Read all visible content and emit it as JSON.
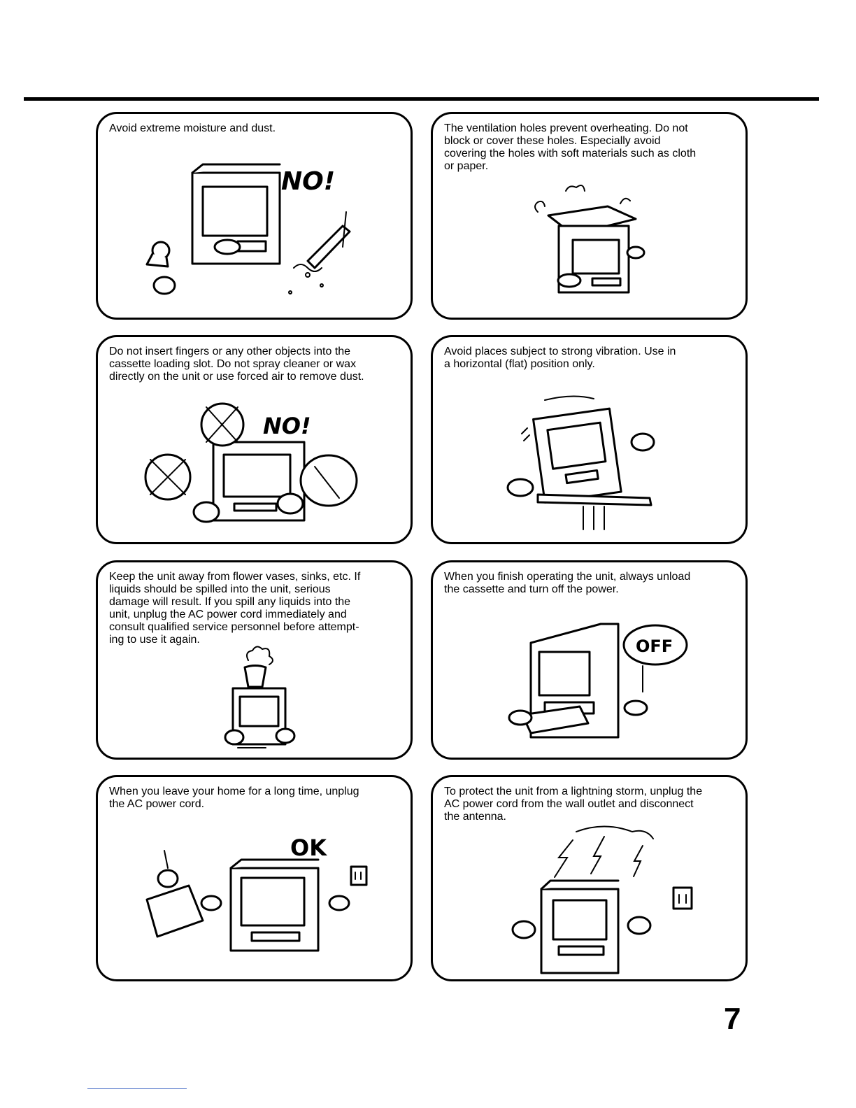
{
  "panels": [
    {
      "id": "moisture-dust",
      "text": "Avoid extreme moisture and dust.",
      "callout": "NO!"
    },
    {
      "id": "ventilation",
      "text": "The ventilation holes prevent overheating. Do not\nblock or cover  these holes. Especially avoid\ncovering the holes with soft materials such as cloth\nor paper."
    },
    {
      "id": "fingers-objects",
      "text": "Do not insert fingers or any other objects into the\ncassette loading slot. Do not spray cleaner or wax\ndirectly on the unit or use forced air to remove dust.",
      "callout": "NO!"
    },
    {
      "id": "vibration",
      "text": "Avoid places subject to strong vibration. Use in\na horizontal (flat) position only."
    },
    {
      "id": "liquids",
      "text": "Keep the unit away from flower vases, sinks, etc. If\nliquids should be spilled into the unit, serious\ndamage will result. If you spill any liquids into the\nunit, unplug the AC power cord immediately and\nconsult qualified service personnel before attempt-\ning to use it again."
    },
    {
      "id": "power-off",
      "text": "When you finish operating the unit, always unload\nthe cassette and turn off the power.",
      "callout": "OFF"
    },
    {
      "id": "long-absence",
      "text": "When you leave your home for a long time, unplug\nthe AC power cord.",
      "callout": "OK"
    },
    {
      "id": "lightning",
      "text": "To protect the unit from a lightning  storm, unplug the\nAC power cord from the wall outlet and disconnect\nthe antenna."
    }
  ],
  "page_number": "7"
}
